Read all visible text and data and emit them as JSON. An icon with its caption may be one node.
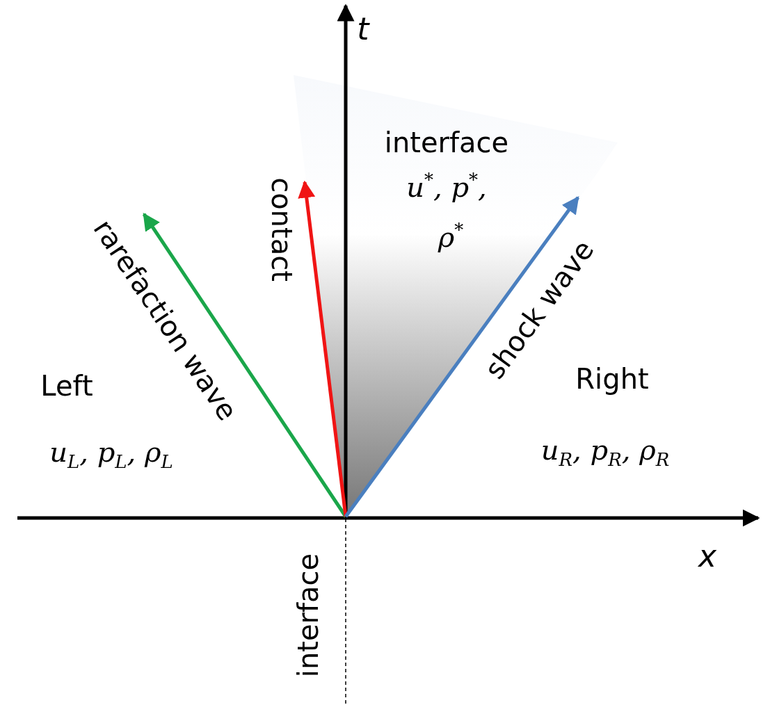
{
  "diagram": {
    "labels": [
      "t",
      "interface",
      "u$^{*}$, p$^{*}$,",
      "ρ$^{*}$",
      "contact",
      "rarefaction wave",
      "shock wave",
      "Left",
      "u$_{L}$, p$_{L}$, ρ$_{L}$",
      "Right",
      "u$_{R}$, p$_{R}$, ρ$_{R}$",
      "x",
      "interface"
    ]
  }
}
